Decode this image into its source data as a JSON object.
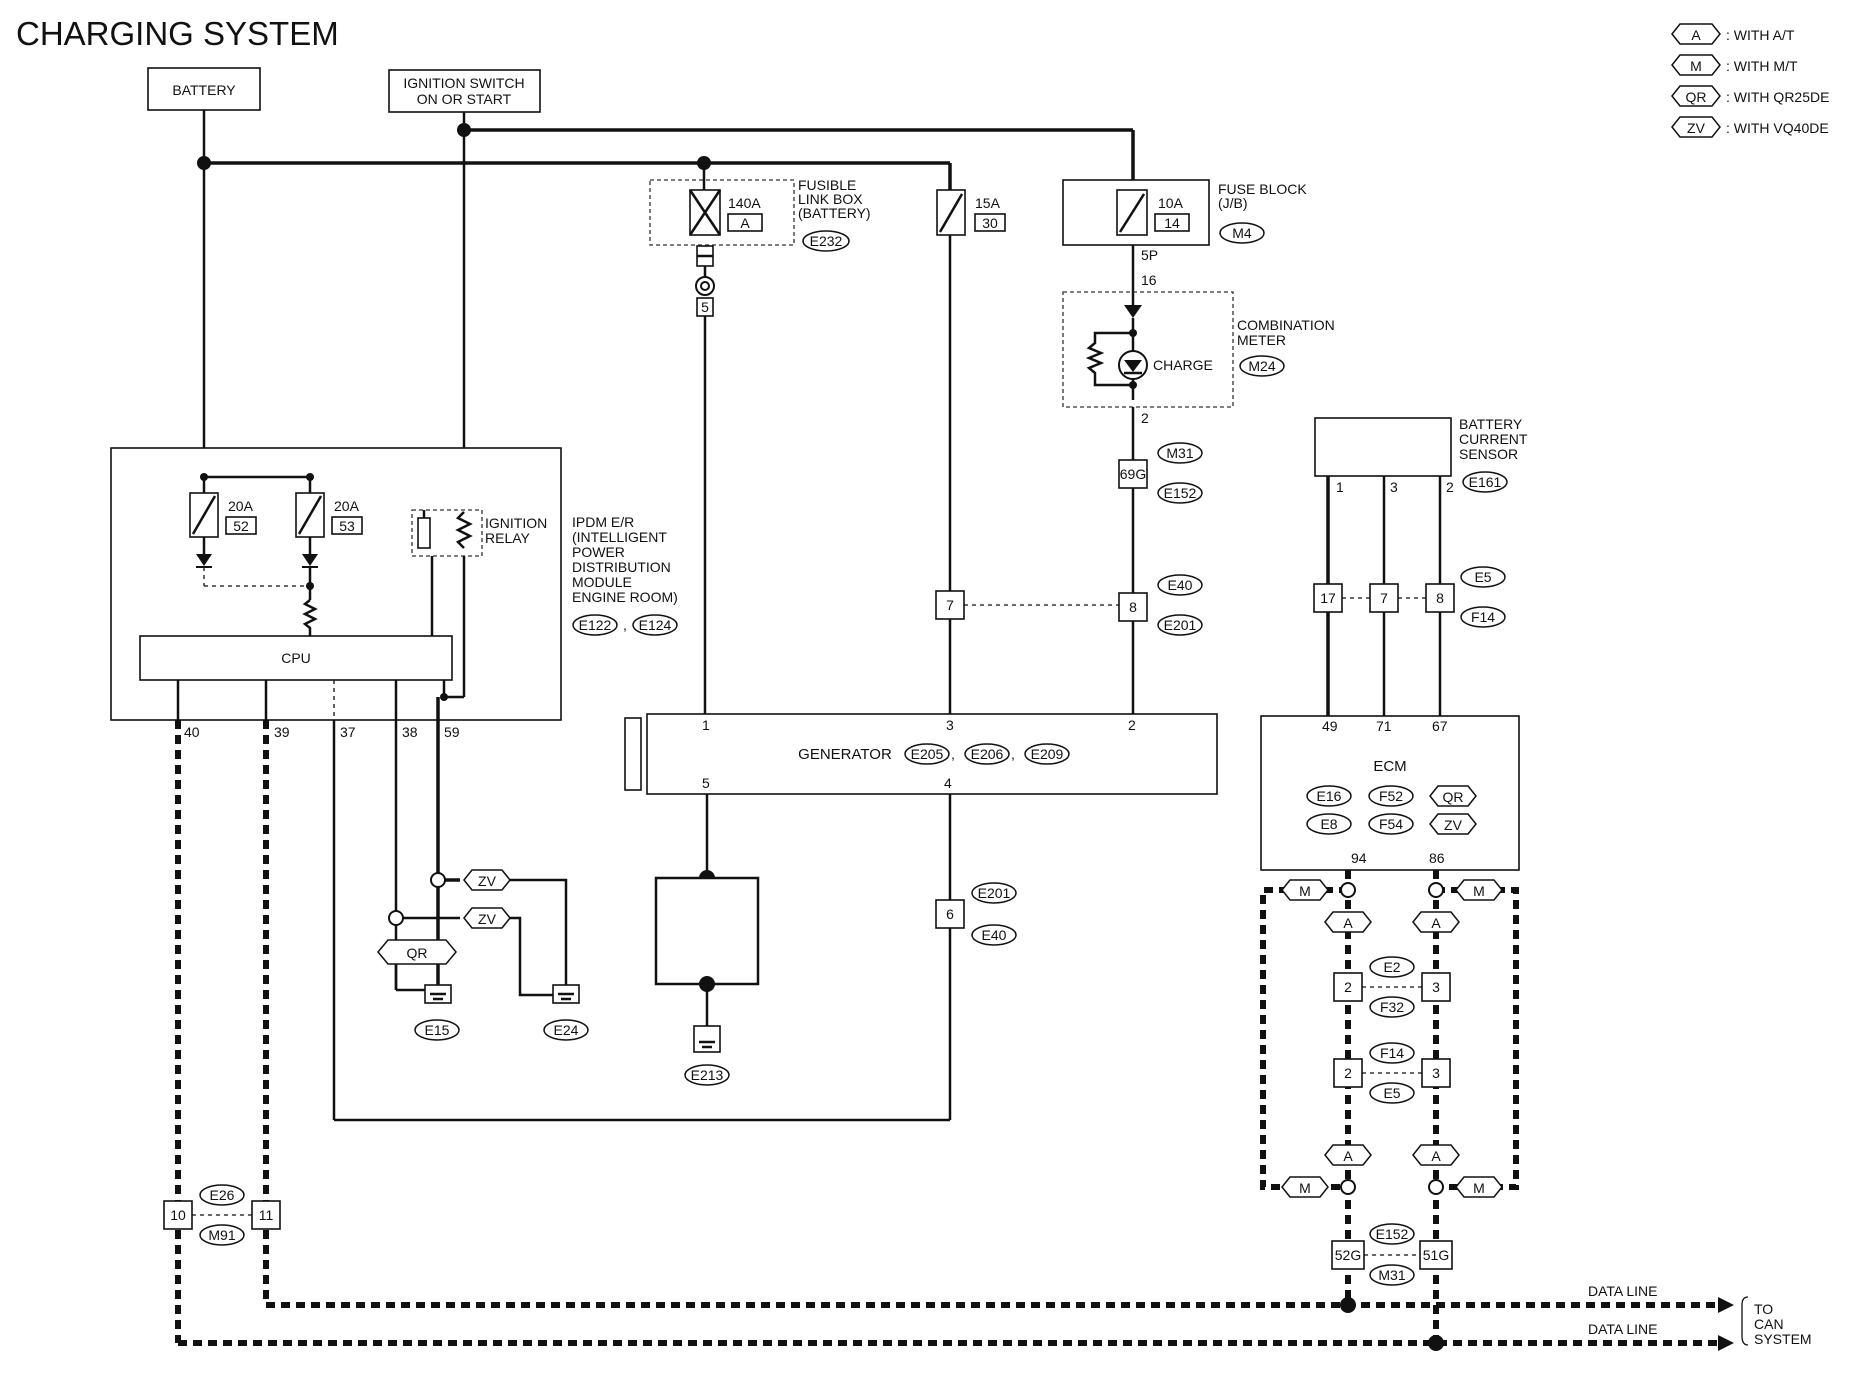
{
  "title": "CHARGING SYSTEM",
  "legend": [
    {
      "code": "A",
      "text": ": WITH A/T"
    },
    {
      "code": "M",
      "text": ": WITH M/T"
    },
    {
      "code": "QR",
      "text": ": WITH QR25DE"
    },
    {
      "code": "ZV",
      "text": ": WITH VQ40DE"
    }
  ],
  "sources": {
    "battery": "BATTERY",
    "ignition_line1": "IGNITION SWITCH",
    "ignition_line2": "ON OR START"
  },
  "fusible_link": {
    "lines": [
      "FUSIBLE",
      "LINK BOX",
      "(BATTERY)"
    ],
    "amp": "140A",
    "id": "A",
    "connector": "E232",
    "terminal": "5"
  },
  "fuse_15a": {
    "amp": "15A",
    "num": "30"
  },
  "fuse_block": {
    "lines": [
      "FUSE BLOCK",
      "(J/B)"
    ],
    "amp": "10A",
    "num": "14",
    "connector": "M4",
    "terminal_out": "5P"
  },
  "combination_meter": {
    "lines": [
      "COMBINATION",
      "METER"
    ],
    "connector": "M24",
    "charge_label": "CHARGE",
    "pin_in": "16",
    "pin_out": "2"
  },
  "joint_69g": {
    "label": "69G",
    "conn_top": "M31",
    "conn_bottom": "E152"
  },
  "joint_8": {
    "label": "8",
    "conn_top": "E40",
    "conn_bottom": "E201"
  },
  "joint_7": {
    "label": "7"
  },
  "joint_6": {
    "label": "6",
    "conn_top": "E201",
    "conn_bottom": "E40"
  },
  "ipdm": {
    "lines": [
      "IPDM E/R",
      "(INTELLIGENT",
      "POWER",
      "DISTRIBUTION",
      "MODULE",
      "ENGINE ROOM)"
    ],
    "connectors": [
      "E122",
      "E124"
    ],
    "fuse1": {
      "amp": "20A",
      "num": "52"
    },
    "fuse2": {
      "amp": "20A",
      "num": "53"
    },
    "relay_lines": [
      "IGNITION",
      "RELAY"
    ],
    "cpu": "CPU",
    "pins": [
      "40",
      "39",
      "37",
      "38",
      "59"
    ]
  },
  "grounds": {
    "zv": "ZV",
    "qr": "QR",
    "e15": "E15",
    "e24": "E24",
    "e213": "E213"
  },
  "generator": {
    "label": "GENERATOR",
    "connectors": [
      "E205",
      "E206",
      "E209"
    ],
    "pins_top": [
      "1",
      "3",
      "2"
    ],
    "pins_bottom": [
      "5",
      "4"
    ]
  },
  "battery_current_sensor": {
    "lines": [
      "BATTERY",
      "CURRENT",
      "SENSOR"
    ],
    "connector": "E161",
    "pins": [
      "1",
      "3",
      "2"
    ]
  },
  "ecm_joints": {
    "labels": [
      "17",
      "7",
      "8"
    ],
    "conn_top": "E5",
    "conn_bottom": "F14"
  },
  "ecm": {
    "label": "ECM",
    "row1": [
      "E16",
      "F52",
      "QR"
    ],
    "row2": [
      "E8",
      "F54",
      "ZV"
    ],
    "pins_top": [
      "49",
      "71",
      "67"
    ],
    "pins_bottom": [
      "94",
      "86"
    ]
  },
  "can_joints": {
    "j1": {
      "left": "2",
      "right": "3",
      "conn_top": "E2",
      "conn_bottom": "F32"
    },
    "j2": {
      "left": "2",
      "right": "3",
      "conn_top": "F14",
      "conn_bottom": "E5"
    },
    "j3": {
      "left": "52G",
      "right": "51G",
      "conn_top": "E152",
      "conn_bottom": "M31"
    },
    "j4": {
      "left": "10",
      "right": "11",
      "conn_top": "E26",
      "conn_bottom": "M91"
    }
  },
  "variant_tags": {
    "a": "A",
    "m": "M"
  },
  "data_line": "DATA LINE",
  "to_can": [
    "TO",
    "CAN",
    "SYSTEM"
  ]
}
